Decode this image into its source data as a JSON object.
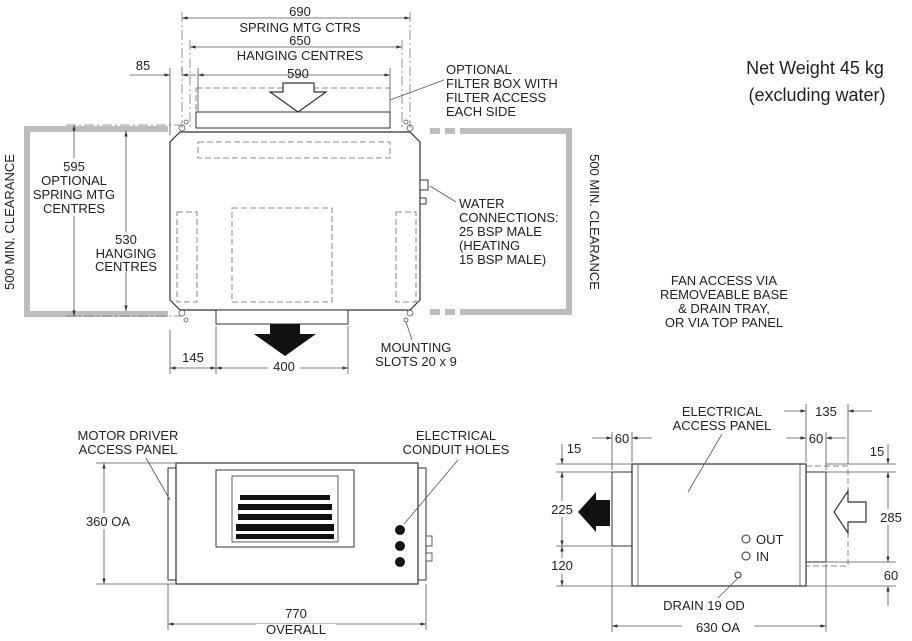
{
  "weight": {
    "line1": "Net Weight  45 kg",
    "line2": "(excluding water)"
  },
  "plan": {
    "dim_690": "690",
    "spring_mtg_ctrs": "SPRING MTG CTRS",
    "dim_650": "650",
    "hanging_centres": "HANGING CENTRES",
    "dim_590": "590",
    "dim_85": "85",
    "filter_box": [
      "OPTIONAL",
      "FILTER BOX WITH",
      "FILTER ACCESS",
      "EACH SIDE"
    ],
    "clearance_left": "500 MIN. CLEARANCE",
    "clearance_right": "500 MIN. CLEARANCE",
    "dim_595": "595",
    "optional_spring": [
      "OPTIONAL",
      "SPRING MTG",
      "CENTRES"
    ],
    "dim_530": "530",
    "hanging_centres_v": [
      "HANGING",
      "CENTRES"
    ],
    "water_connections": [
      "WATER",
      "CONNECTIONS:",
      "25 BSP MALE",
      "(HEATING",
      " 15 BSP MALE)"
    ],
    "mounting_slots": [
      "MOUNTING",
      "SLOTS 20 x 9"
    ],
    "dim_145": "145",
    "dim_400": "400"
  },
  "fan_access": [
    "FAN ACCESS VIA",
    "REMOVEABLE BASE",
    "& DRAIN TRAY,",
    "OR VIA TOP PANEL"
  ],
  "front": {
    "motor_driver": [
      "MOTOR DRIVER",
      "ACCESS PANEL"
    ],
    "electrical_conduit": [
      "ELECTRICAL",
      "CONDUIT HOLES"
    ],
    "dim_360": "360 OA",
    "dim_770": "770",
    "overall": "OVERALL"
  },
  "side": {
    "electrical_access": [
      "ELECTRICAL",
      "ACCESS PANEL"
    ],
    "dim_135": "135",
    "dim_15_left": "15",
    "dim_60_left": "60",
    "dim_60_right": "60",
    "dim_15_right": "15",
    "dim_225": "225",
    "dim_285": "285",
    "dim_120": "120",
    "dim_60_bottom": "60",
    "out": "OUT",
    "in": "IN",
    "drain": "DRAIN 19 OD",
    "dim_630": "630 OA"
  }
}
